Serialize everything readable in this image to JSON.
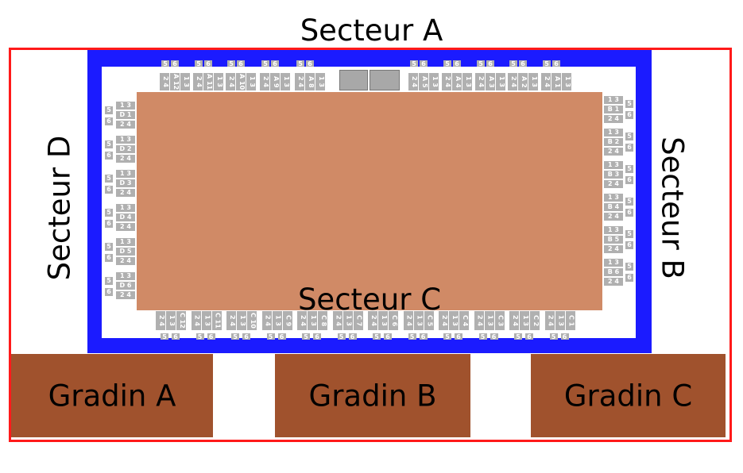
{
  "labels": {
    "secteur_a": "Secteur A",
    "secteur_b": "Secteur B",
    "secteur_c": "Secteur C",
    "secteur_d": "Secteur D"
  },
  "gradins": {
    "a": "Gradin A",
    "b": "Gradin B",
    "c": "Gradin C"
  },
  "colors": {
    "outer_border": "#ff1a1a",
    "ring": "#1b1bff",
    "field": "#d08a66",
    "gradin": "#a0522d",
    "seat": "#b0b0b0"
  },
  "blocks": {
    "secteur_a": [
      "A 12",
      "A 11",
      "A 10",
      "A 9",
      "A 8",
      "A 5",
      "A 4",
      "A 3",
      "A 2",
      "A 1"
    ],
    "secteur_b": [
      "B 1",
      "B 2",
      "B 3",
      "B 4",
      "B 5",
      "B 6"
    ],
    "secteur_c": [
      "C 12",
      "C 11",
      "C 10",
      "C 9",
      "C 8",
      "C 7",
      "C 6",
      "C 5",
      "C 4",
      "C 3",
      "C 2",
      "C 1"
    ],
    "secteur_d": [
      "D 1",
      "D 2",
      "D 3",
      "D 4",
      "D 5",
      "D 6"
    ]
  },
  "seat_pairs": [
    "1 3",
    "2 4"
  ],
  "seat_singles": [
    "5",
    "6"
  ]
}
